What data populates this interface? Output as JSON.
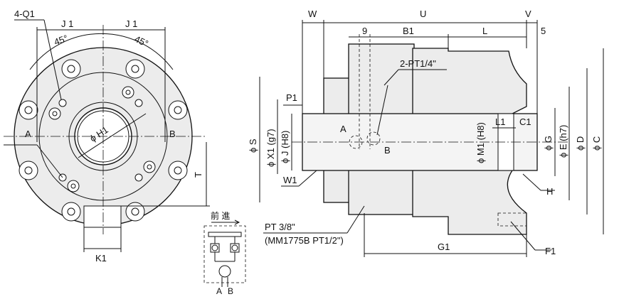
{
  "front_view": {
    "q1": "4-Q1",
    "j1_left": "J 1",
    "j1_right": "J 1",
    "angle_left": "45°",
    "angle_right": "45°",
    "port_a": "A",
    "port_b": "B",
    "h1": "ϕ H1",
    "t": "T",
    "k1": "K1"
  },
  "circuit": {
    "forward": "前 進",
    "port_a": "A",
    "port_b": "B"
  },
  "side_view": {
    "w": "W",
    "u": "U",
    "v": "V",
    "nine": "9",
    "b1": "B1",
    "l": "L",
    "five": "5",
    "pt14": "2-PT1/4\"",
    "p1": "P1",
    "s": "ϕ S",
    "x1": "ϕ X1 (g7)",
    "j": "ϕ J (H8)",
    "port_a": "A",
    "port_b": "B",
    "m1": "ϕ M1 (H8)",
    "l1": "L1",
    "c1": "C1",
    "g": "ϕ G",
    "e": "ϕ E (h7)",
    "d": "ϕ D",
    "c": "ϕ C",
    "w1": "W1",
    "h": "H",
    "pt38": "PT 3/8\"",
    "pt12": "(MM1775B PT1/2\")",
    "g1": "G1",
    "f1": "F1"
  }
}
